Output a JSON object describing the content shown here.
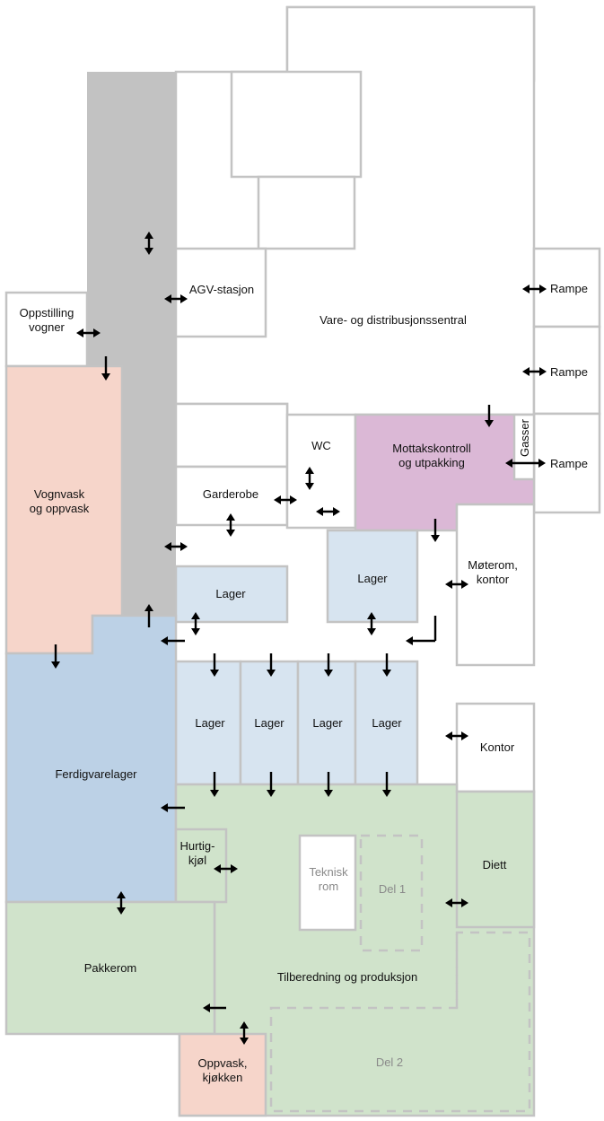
{
  "title": "Plantegning – kjøkken og distribusjon",
  "colors": {
    "wall": "#c3c3c3",
    "white": "#ffffff",
    "corridor": "#c2c2c2",
    "pink": "#f6d5ca",
    "purple": "#dbb8d6",
    "storage_light": "#d7e4f0",
    "storage_dark": "#bcd1e6",
    "green": "#d0e3cb"
  },
  "rooms": {
    "oppstilling": "Oppstilling\nvogner",
    "agv": "AGV-stasjon",
    "vare": "Vare- og distribusjonssentral",
    "rampe1": "Rampe",
    "rampe2": "Rampe",
    "rampe3": "Rampe",
    "gasser": "Gasser",
    "wc": "WC",
    "garderobe": "Garderobe",
    "mottak": "Mottakskontroll\nog utpakking",
    "vognvask": "Vognvask\nog oppvask",
    "lager_a": "Lager",
    "lager_b": "Lager",
    "moterom": "Møterom,\nkontor",
    "lager_c1": "Lager",
    "lager_c2": "Lager",
    "lager_c3": "Lager",
    "lager_c4": "Lager",
    "kontor": "Kontor",
    "ferdigvare": "Ferdigvarelager",
    "hurtigkjol": "Hurtig-\nkjøl",
    "teknisk": "Teknisk\nrom",
    "del1": "Del 1",
    "diett": "Diett",
    "pakkerom": "Pakkerom",
    "tilberedning": "Tilberedning og produksjon",
    "oppvask_kjokken": "Oppvask,\nkjøkken",
    "del2": "Del 2"
  }
}
